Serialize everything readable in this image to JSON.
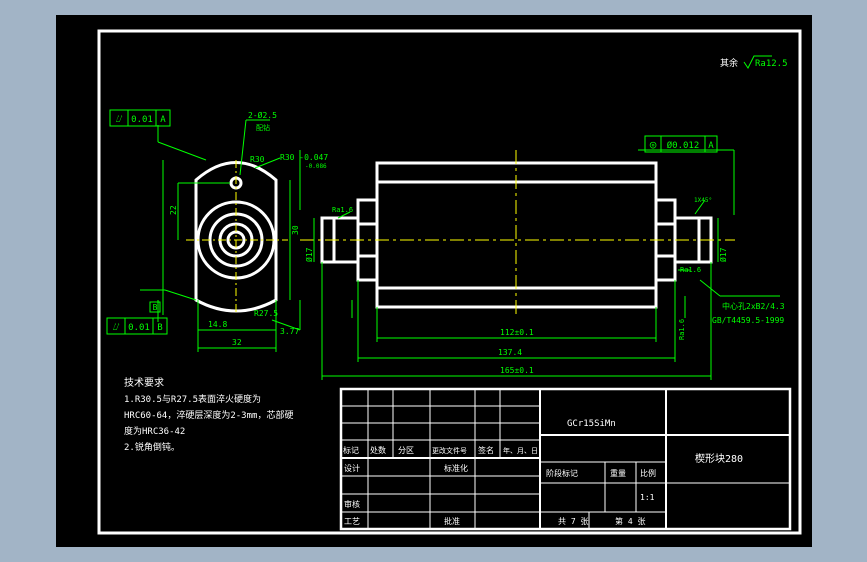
{
  "colors": {
    "background": "#a2b4c6",
    "canvas": "#000000",
    "outline": "#ffffff",
    "dimension": "#00ff00",
    "centerline": "#ffff00",
    "text": "#ffffff"
  },
  "annotations": {
    "roughness_other": "其余",
    "roughness_other_value": "Ra12.5",
    "gdt_left_top": {
      "symbol": "⌰",
      "value": "0.01",
      "datum": "A"
    },
    "gdt_left_bottom": {
      "symbol": "⌰",
      "value": "0.01",
      "datum": "B"
    },
    "datum_b": "B",
    "gdt_right": {
      "symbol": "◎",
      "value": "Ø0.012",
      "datum": "A"
    },
    "holes": "2-Ø2.5",
    "holes_note": "配钻",
    "r30": "R30",
    "dim_22": "22",
    "dim_30": "30",
    "dim_14_8": "14.8",
    "dim_32": "32",
    "dim_r27_5": "R27.5",
    "dim_3_77": "3.77",
    "dim_r30_tol": "R30 -0.047",
    "dim_r30_tol2": "-0.086",
    "dia_17_left": "Ø17",
    "dia_17_right": "Ø17",
    "chamfer_1x45": "1X45°",
    "dim_112": "112±0.1",
    "dim_137_4": "137.4",
    "dim_165": "165±0.1",
    "center_hole": "中心孔2xB2/4.3",
    "center_hole_std": "GB/T4459.5-1999",
    "ra_left": "Ra1.6",
    "ra_right_top": "Ra1.6",
    "ra_right_bottom": "Ra1.6"
  },
  "notes": {
    "title": "技术要求",
    "lines": [
      "1.R30.5与R27.5表面淬火硬度为",
      "HRC60-64，淬硬层深度为2-3mm，芯部硬",
      "度为HRC36-42",
      "2.锐角倒钝。"
    ]
  },
  "title_block": {
    "material": "GCr15SiMn",
    "part_name": "楔形块280",
    "row_labels": [
      "标记",
      "处数",
      "分区",
      "更改文件号",
      "签名",
      "年、月、日"
    ],
    "design": "设计",
    "standardize": "标准化",
    "review": "审核",
    "process": "工艺",
    "approve": "批准",
    "stage_headers": [
      "阶段标记",
      "重量",
      "比例"
    ],
    "scale": "1:1",
    "sheets_total": "共 7 张",
    "sheet_no": "第 4 张"
  }
}
